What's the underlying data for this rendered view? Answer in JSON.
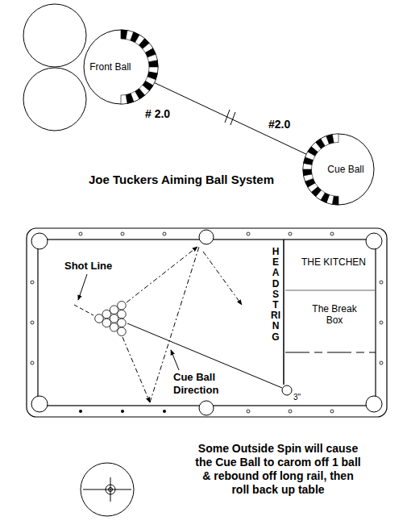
{
  "diagram": {
    "title": "Joe Tuckers Aiming Ball System",
    "caption": "Some Outside Spin will cause the Cue Ball to carom off 1 ball & rebound off long rail, then roll back up table",
    "nodes": [
      {
        "text": [
          "Front Ball"
        ]
      },
      {
        "text": [
          "Cue Ball"
        ]
      }
    ],
    "edges": [
      {
        "from": 0,
        "to": 1,
        "arrow": "none"
      }
    ],
    "labels": [
      "# 2.0",
      "#2.0",
      "Shot Line",
      "HEAD STRING",
      "THE KITCHEN",
      "The Break Box",
      "Cue Ball Direction",
      "3\""
    ]
  }
}
